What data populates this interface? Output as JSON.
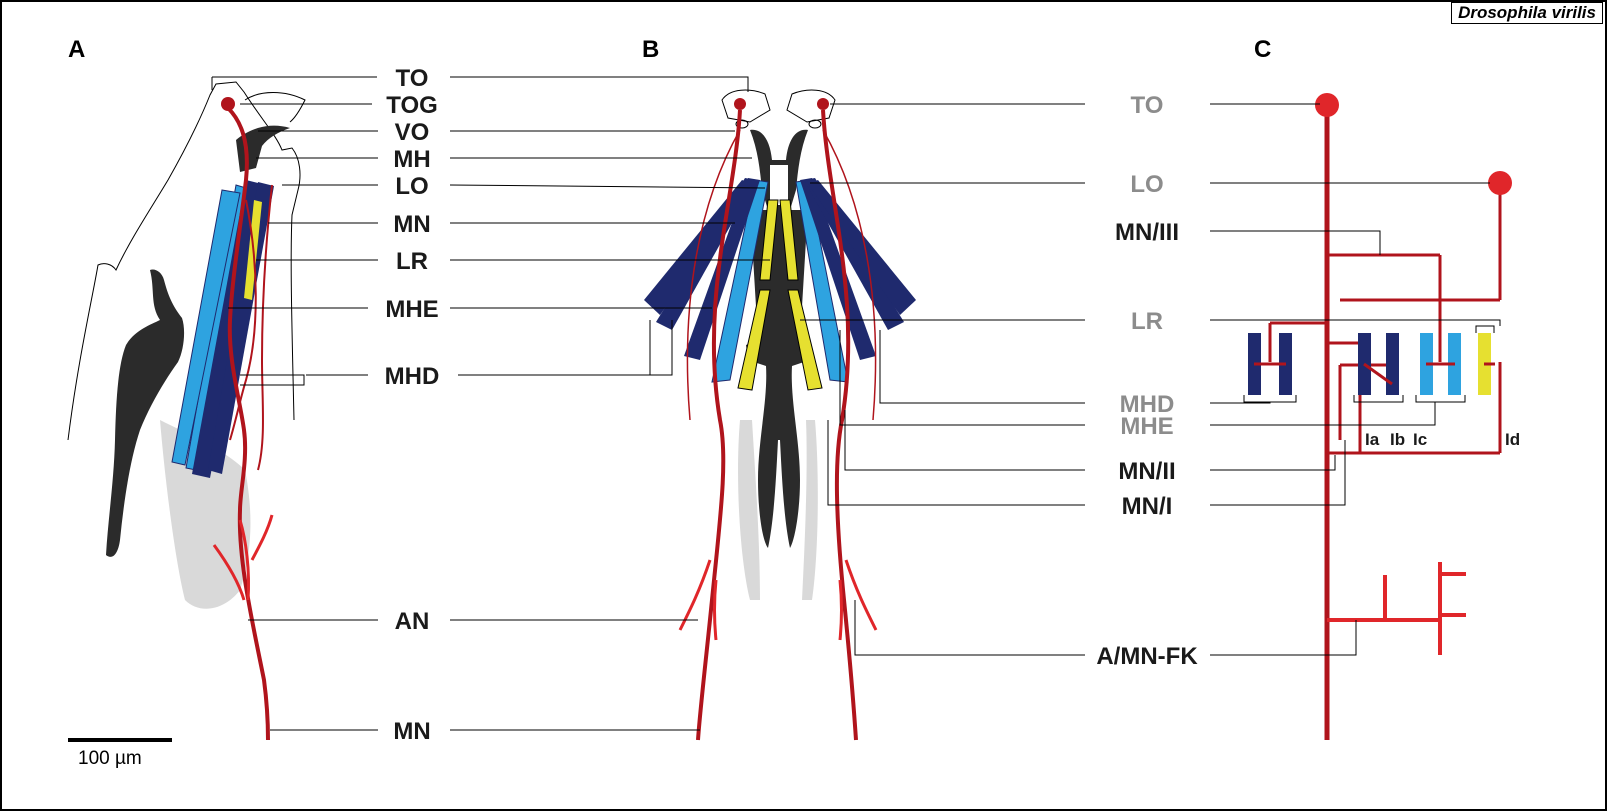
{
  "species": "Drosophila virilis",
  "panels": {
    "a": "A",
    "b": "B",
    "c": "C"
  },
  "scale_bar": "100 µm",
  "labels_center": {
    "to": "TO",
    "tog": "TOG",
    "vo": "VO",
    "mh": "MH",
    "lo": "LO",
    "mn": "MN",
    "lr": "LR",
    "mhe": "MHE",
    "mhd": "MHD",
    "an": "AN",
    "mn_bottom": "MN"
  },
  "labels_right": {
    "to": "TO",
    "lo": "LO",
    "mn3": "MN/III",
    "lr": "LR",
    "mhd": "MHD",
    "mhe": "MHE",
    "mn2": "MN/II",
    "mn1": "MN/I",
    "amnfk": "A/MN-FK"
  },
  "nerve_labels": {
    "ia": "Ia",
    "ib": "Ib",
    "ic": "Ic",
    "id": "Id"
  },
  "colors": {
    "nerve_dark": "#b0141c",
    "nerve_bright": "#e0262a",
    "muscle_dark": "#1f2a6e",
    "muscle_light": "#2ea3e0",
    "muscle_yellow": "#e6e030",
    "cuticle": "#2b2b2b",
    "shadow": "#d9d9d9",
    "grey_label": "#8c8c8c"
  }
}
